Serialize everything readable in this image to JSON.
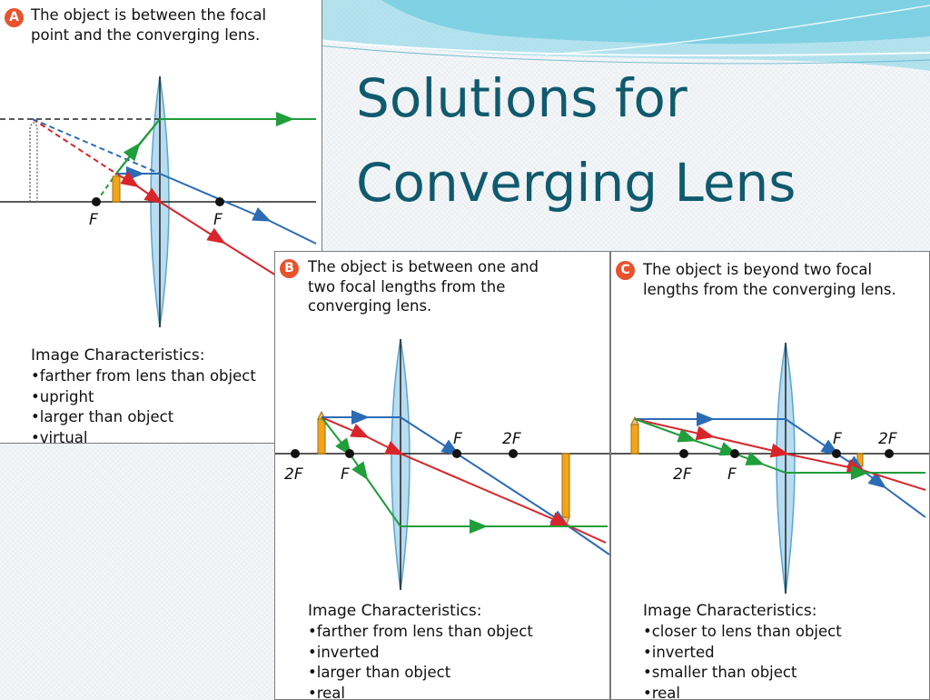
{
  "slide": {
    "title_line1": "Solutions for",
    "title_line2": "Converging Lens"
  },
  "colors": {
    "title": "#105a6e",
    "badge": "#e8522c",
    "ray_green": "#1f9e3a",
    "ray_red": "#d9252a",
    "ray_blue": "#2b6cb5",
    "lens": "#b9dcf0"
  },
  "panels": [
    {
      "badge": "A",
      "description": [
        "The object is between the focal",
        "point and the converging lens."
      ],
      "focal_labels": [
        "F",
        "F"
      ],
      "characteristics_heading": "Image Characteristics:",
      "characteristics": [
        "farther from lens than object",
        "upright",
        "larger than object",
        "virtual"
      ]
    },
    {
      "badge": "B",
      "description": [
        "The object is between one and",
        "two focal lengths from the",
        "converging lens."
      ],
      "focal_labels": [
        "2F",
        "F",
        "F",
        "2F"
      ],
      "characteristics_heading": "Image Characteristics:",
      "characteristics": [
        "farther from lens than object",
        "inverted",
        "larger than object",
        "real"
      ]
    },
    {
      "badge": "C",
      "description": [
        "The object is beyond two focal",
        "lengths from the converging lens."
      ],
      "focal_labels": [
        "2F",
        "F",
        "F",
        "2F"
      ],
      "characteristics_heading": "Image Characteristics:",
      "characteristics": [
        "closer to lens than object",
        "inverted",
        "smaller than object",
        "real"
      ]
    }
  ]
}
